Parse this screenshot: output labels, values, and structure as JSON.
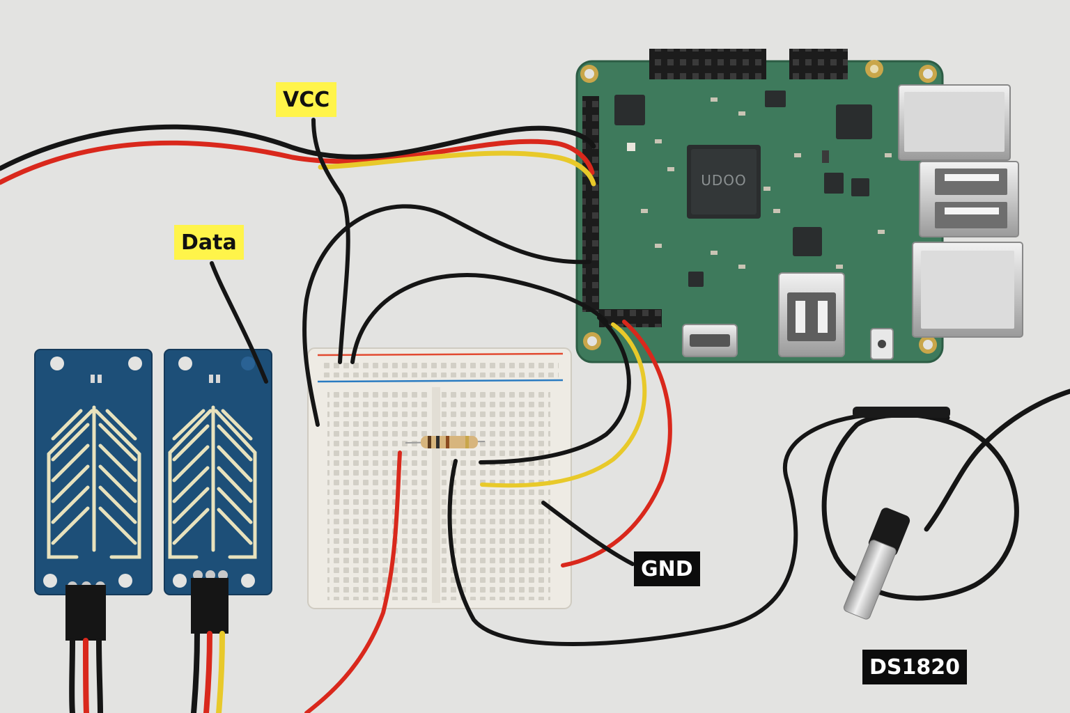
{
  "labels": {
    "vcc": "VCC",
    "data": "Data",
    "gnd": "GND",
    "sensor": "DS1820"
  },
  "board": {
    "chip_marking": "UDOO"
  },
  "colors": {
    "background": "#e3e3e1",
    "pcb": "#3e7a5c",
    "sensor_pcb": "#1d4f78",
    "wire_black": "#151515",
    "wire_red": "#d9281c",
    "wire_yellow": "#e8c92a",
    "label_yellow": "#fff44a",
    "label_black": "#0c0c0c"
  }
}
